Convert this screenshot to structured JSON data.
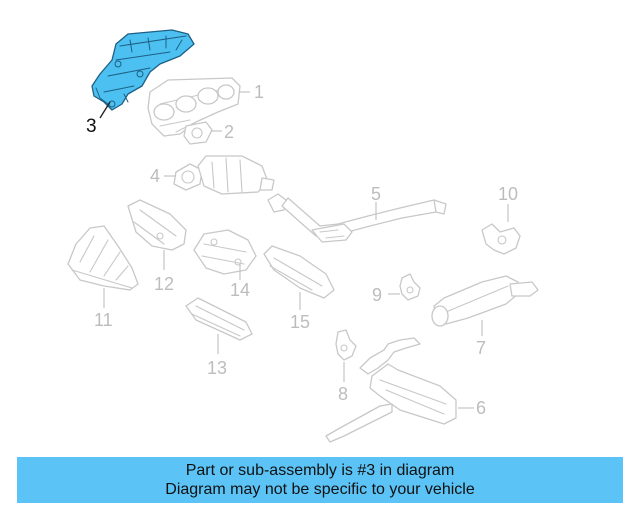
{
  "callouts": {
    "c1": "1",
    "c2": "2",
    "c3": "3",
    "c4": "4",
    "c5": "5",
    "c6": "6",
    "c7": "7",
    "c8": "8",
    "c9": "9",
    "c10": "10",
    "c11": "11",
    "c12": "12",
    "c13": "13",
    "c14": "14",
    "c15": "15"
  },
  "highlighted_part": "3",
  "colors": {
    "highlight": "#4cc0f0",
    "banner": "#5bc3f6",
    "line_art": "#c8c8c8"
  },
  "banner": {
    "line1": "Part or sub-assembly is #3 in diagram",
    "line2": "Diagram may not be specific to your vehicle"
  }
}
